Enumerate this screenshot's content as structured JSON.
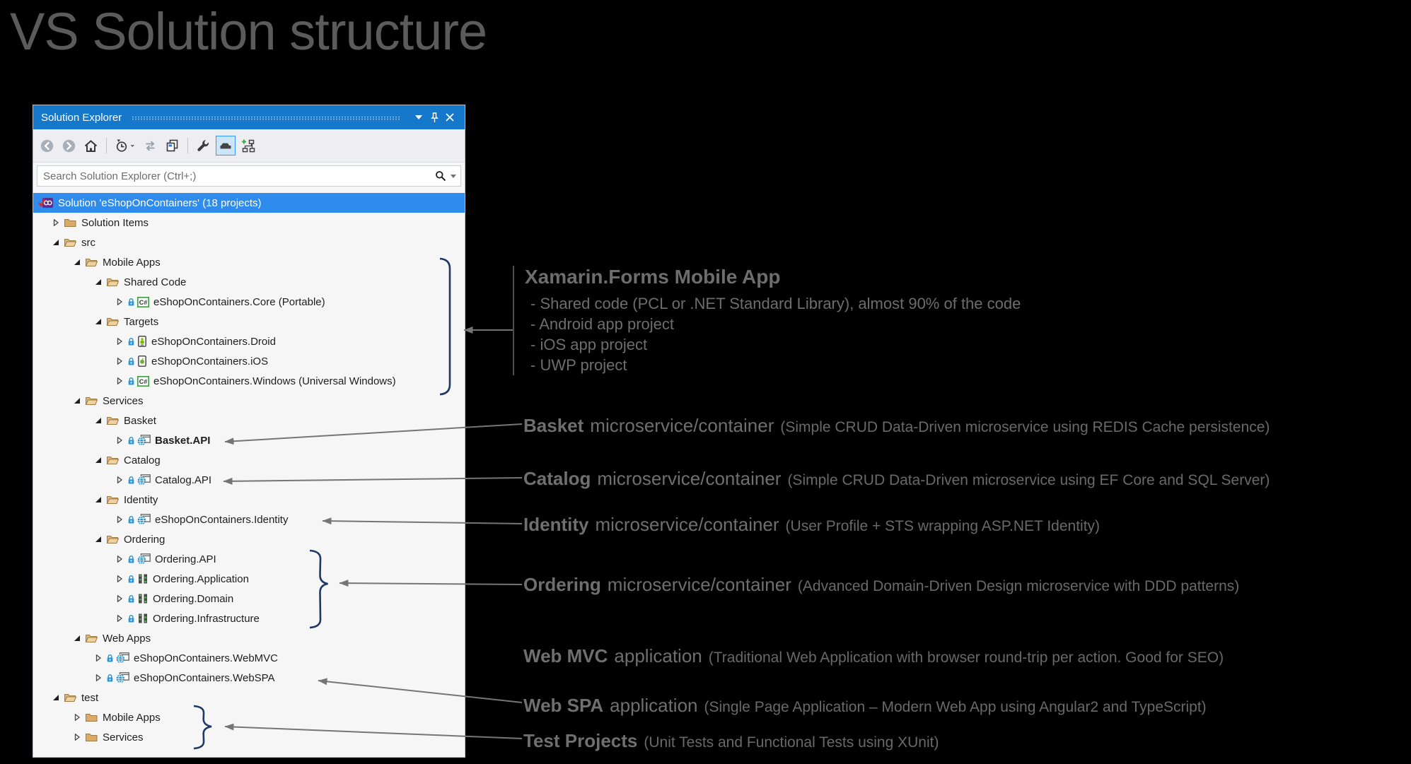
{
  "page_title": "VS Solution structure",
  "solution_explorer": {
    "title": "Solution Explorer",
    "titlebar_icons": [
      "window-position-chevron",
      "pin",
      "close"
    ],
    "toolbar": [
      "back",
      "forward",
      "home",
      "separator",
      "history-filter",
      "sync",
      "collapse-all",
      "separator",
      "properties-wrench",
      "show-all-files",
      "sync-with-active-document"
    ],
    "search": {
      "placeholder": "Search Solution Explorer (Ctrl+;)",
      "value": ""
    },
    "tree": [
      {
        "label": "Solution 'eShopOnContainers' (18 projects)",
        "level": 0,
        "icon": "solution",
        "expander": "none",
        "selected": true
      },
      {
        "label": "Solution Items",
        "level": 1,
        "icon": "folder-closed",
        "expander": "collapsed"
      },
      {
        "label": "src",
        "level": 1,
        "icon": "folder-open",
        "expander": "expanded"
      },
      {
        "label": "Mobile Apps",
        "level": 2,
        "icon": "folder-open",
        "expander": "expanded"
      },
      {
        "label": "Shared Code",
        "level": 3,
        "icon": "folder-open",
        "expander": "expanded"
      },
      {
        "label": "eShopOnContainers.Core (Portable)",
        "level": 4,
        "icon": "csharp",
        "expander": "collapsed",
        "locked": true
      },
      {
        "label": "Targets",
        "level": 3,
        "icon": "folder-open",
        "expander": "expanded"
      },
      {
        "label": "eShopOnContainers.Droid",
        "level": 4,
        "icon": "android",
        "expander": "collapsed",
        "locked": true
      },
      {
        "label": "eShopOnContainers.iOS",
        "level": 4,
        "icon": "ios",
        "expander": "collapsed",
        "locked": true
      },
      {
        "label": "eShopOnContainers.Windows (Universal Windows)",
        "level": 4,
        "icon": "csharp",
        "expander": "collapsed",
        "locked": true
      },
      {
        "label": "Services",
        "level": 2,
        "icon": "folder-open",
        "expander": "expanded"
      },
      {
        "label": "Basket",
        "level": 3,
        "icon": "folder-open",
        "expander": "expanded"
      },
      {
        "label": "Basket.API",
        "level": 4,
        "icon": "web",
        "expander": "collapsed",
        "locked": true,
        "bold": true
      },
      {
        "label": "Catalog",
        "level": 3,
        "icon": "folder-open",
        "expander": "expanded"
      },
      {
        "label": "Catalog.API",
        "level": 4,
        "icon": "web",
        "expander": "collapsed",
        "locked": true
      },
      {
        "label": "Identity",
        "level": 3,
        "icon": "folder-open",
        "expander": "expanded"
      },
      {
        "label": "eShopOnContainers.Identity",
        "level": 4,
        "icon": "web",
        "expander": "collapsed",
        "locked": true
      },
      {
        "label": "Ordering",
        "level": 3,
        "icon": "folder-open",
        "expander": "expanded"
      },
      {
        "label": "Ordering.API",
        "level": 4,
        "icon": "web",
        "expander": "collapsed",
        "locked": true
      },
      {
        "label": "Ordering.Application",
        "level": 4,
        "icon": "classlib",
        "expander": "collapsed",
        "locked": true
      },
      {
        "label": "Ordering.Domain",
        "level": 4,
        "icon": "classlib",
        "expander": "collapsed",
        "locked": true
      },
      {
        "label": "Ordering.Infrastructure",
        "level": 4,
        "icon": "classlib",
        "expander": "collapsed",
        "locked": true
      },
      {
        "label": "Web Apps",
        "level": 2,
        "icon": "folder-open",
        "expander": "expanded"
      },
      {
        "label": "eShopOnContainers.WebMVC",
        "level": 3,
        "icon": "web",
        "expander": "collapsed",
        "locked": true
      },
      {
        "label": "eShopOnContainers.WebSPA",
        "level": 3,
        "icon": "web",
        "expander": "collapsed",
        "locked": true
      },
      {
        "label": "test",
        "level": 1,
        "icon": "folder-open",
        "expander": "expanded"
      },
      {
        "label": "Mobile Apps",
        "level": 2,
        "icon": "folder-closed",
        "expander": "collapsed"
      },
      {
        "label": "Services",
        "level": 2,
        "icon": "folder-closed",
        "expander": "collapsed"
      }
    ]
  },
  "annotations": {
    "xamarin": {
      "heading": "Xamarin.Forms Mobile App",
      "bullets": [
        "- Shared code (PCL or .NET Standard Library), almost 90% of the code",
        "- Android app project",
        "- iOS app project",
        "- UWP project"
      ]
    },
    "callouts": [
      {
        "lead": "Basket",
        "rest": "microservice/container",
        "detail": "(Simple CRUD Data-Driven microservice using REDIS Cache persistence)"
      },
      {
        "lead": "Catalog",
        "rest": "microservice/container",
        "detail": "(Simple CRUD Data-Driven microservice using EF Core and SQL Server)"
      },
      {
        "lead": "Identity",
        "rest": "microservice/container",
        "detail": "(User Profile + STS wrapping ASP.NET Identity)"
      },
      {
        "lead": "Ordering",
        "rest": "microservice/container",
        "detail": "(Advanced Domain-Driven Design microservice with DDD patterns)"
      },
      {
        "lead": "Web MVC",
        "rest": "application",
        "detail": "(Traditional Web Application with browser round-trip per action. Good for SEO)"
      },
      {
        "lead": "Web SPA",
        "rest": "application",
        "detail": "(Single Page Application – Modern Web App using Angular2 and TypeScript)"
      },
      {
        "lead": "Test Projects",
        "rest": "",
        "detail": "(Unit Tests and Functional Tests using XUnit)"
      }
    ]
  },
  "colors": {
    "background": "#000000",
    "titlebar_blue": "#1578cb",
    "selection_blue": "#2f8cec",
    "folder_tan": "#dcb67a",
    "bracket_navy": "#203864",
    "arrow_gray": "#757575",
    "annotation_gray": "#6f6f6f"
  }
}
